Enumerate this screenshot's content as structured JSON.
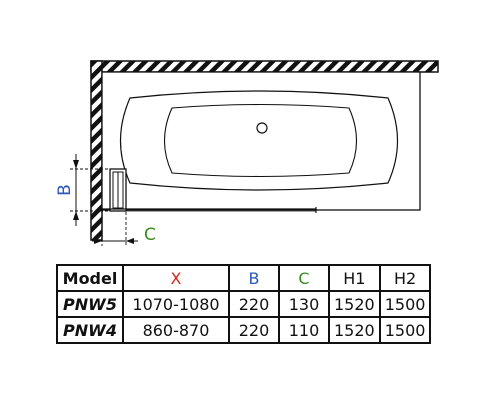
{
  "diagram": {
    "label_b": "B",
    "label_c": "C",
    "colors": {
      "line": "#111111",
      "b": "#2b58b8",
      "c": "#3a8a22",
      "x": "#d6241f"
    }
  },
  "table": {
    "headers": [
      "Model",
      "X",
      "B",
      "C",
      "H1",
      "H2"
    ],
    "rows": [
      [
        "PNW5",
        "1070-1080",
        "220",
        "130",
        "1520",
        "1500"
      ],
      [
        "PNW4",
        "860-870",
        "220",
        "110",
        "1520",
        "1500"
      ]
    ]
  }
}
